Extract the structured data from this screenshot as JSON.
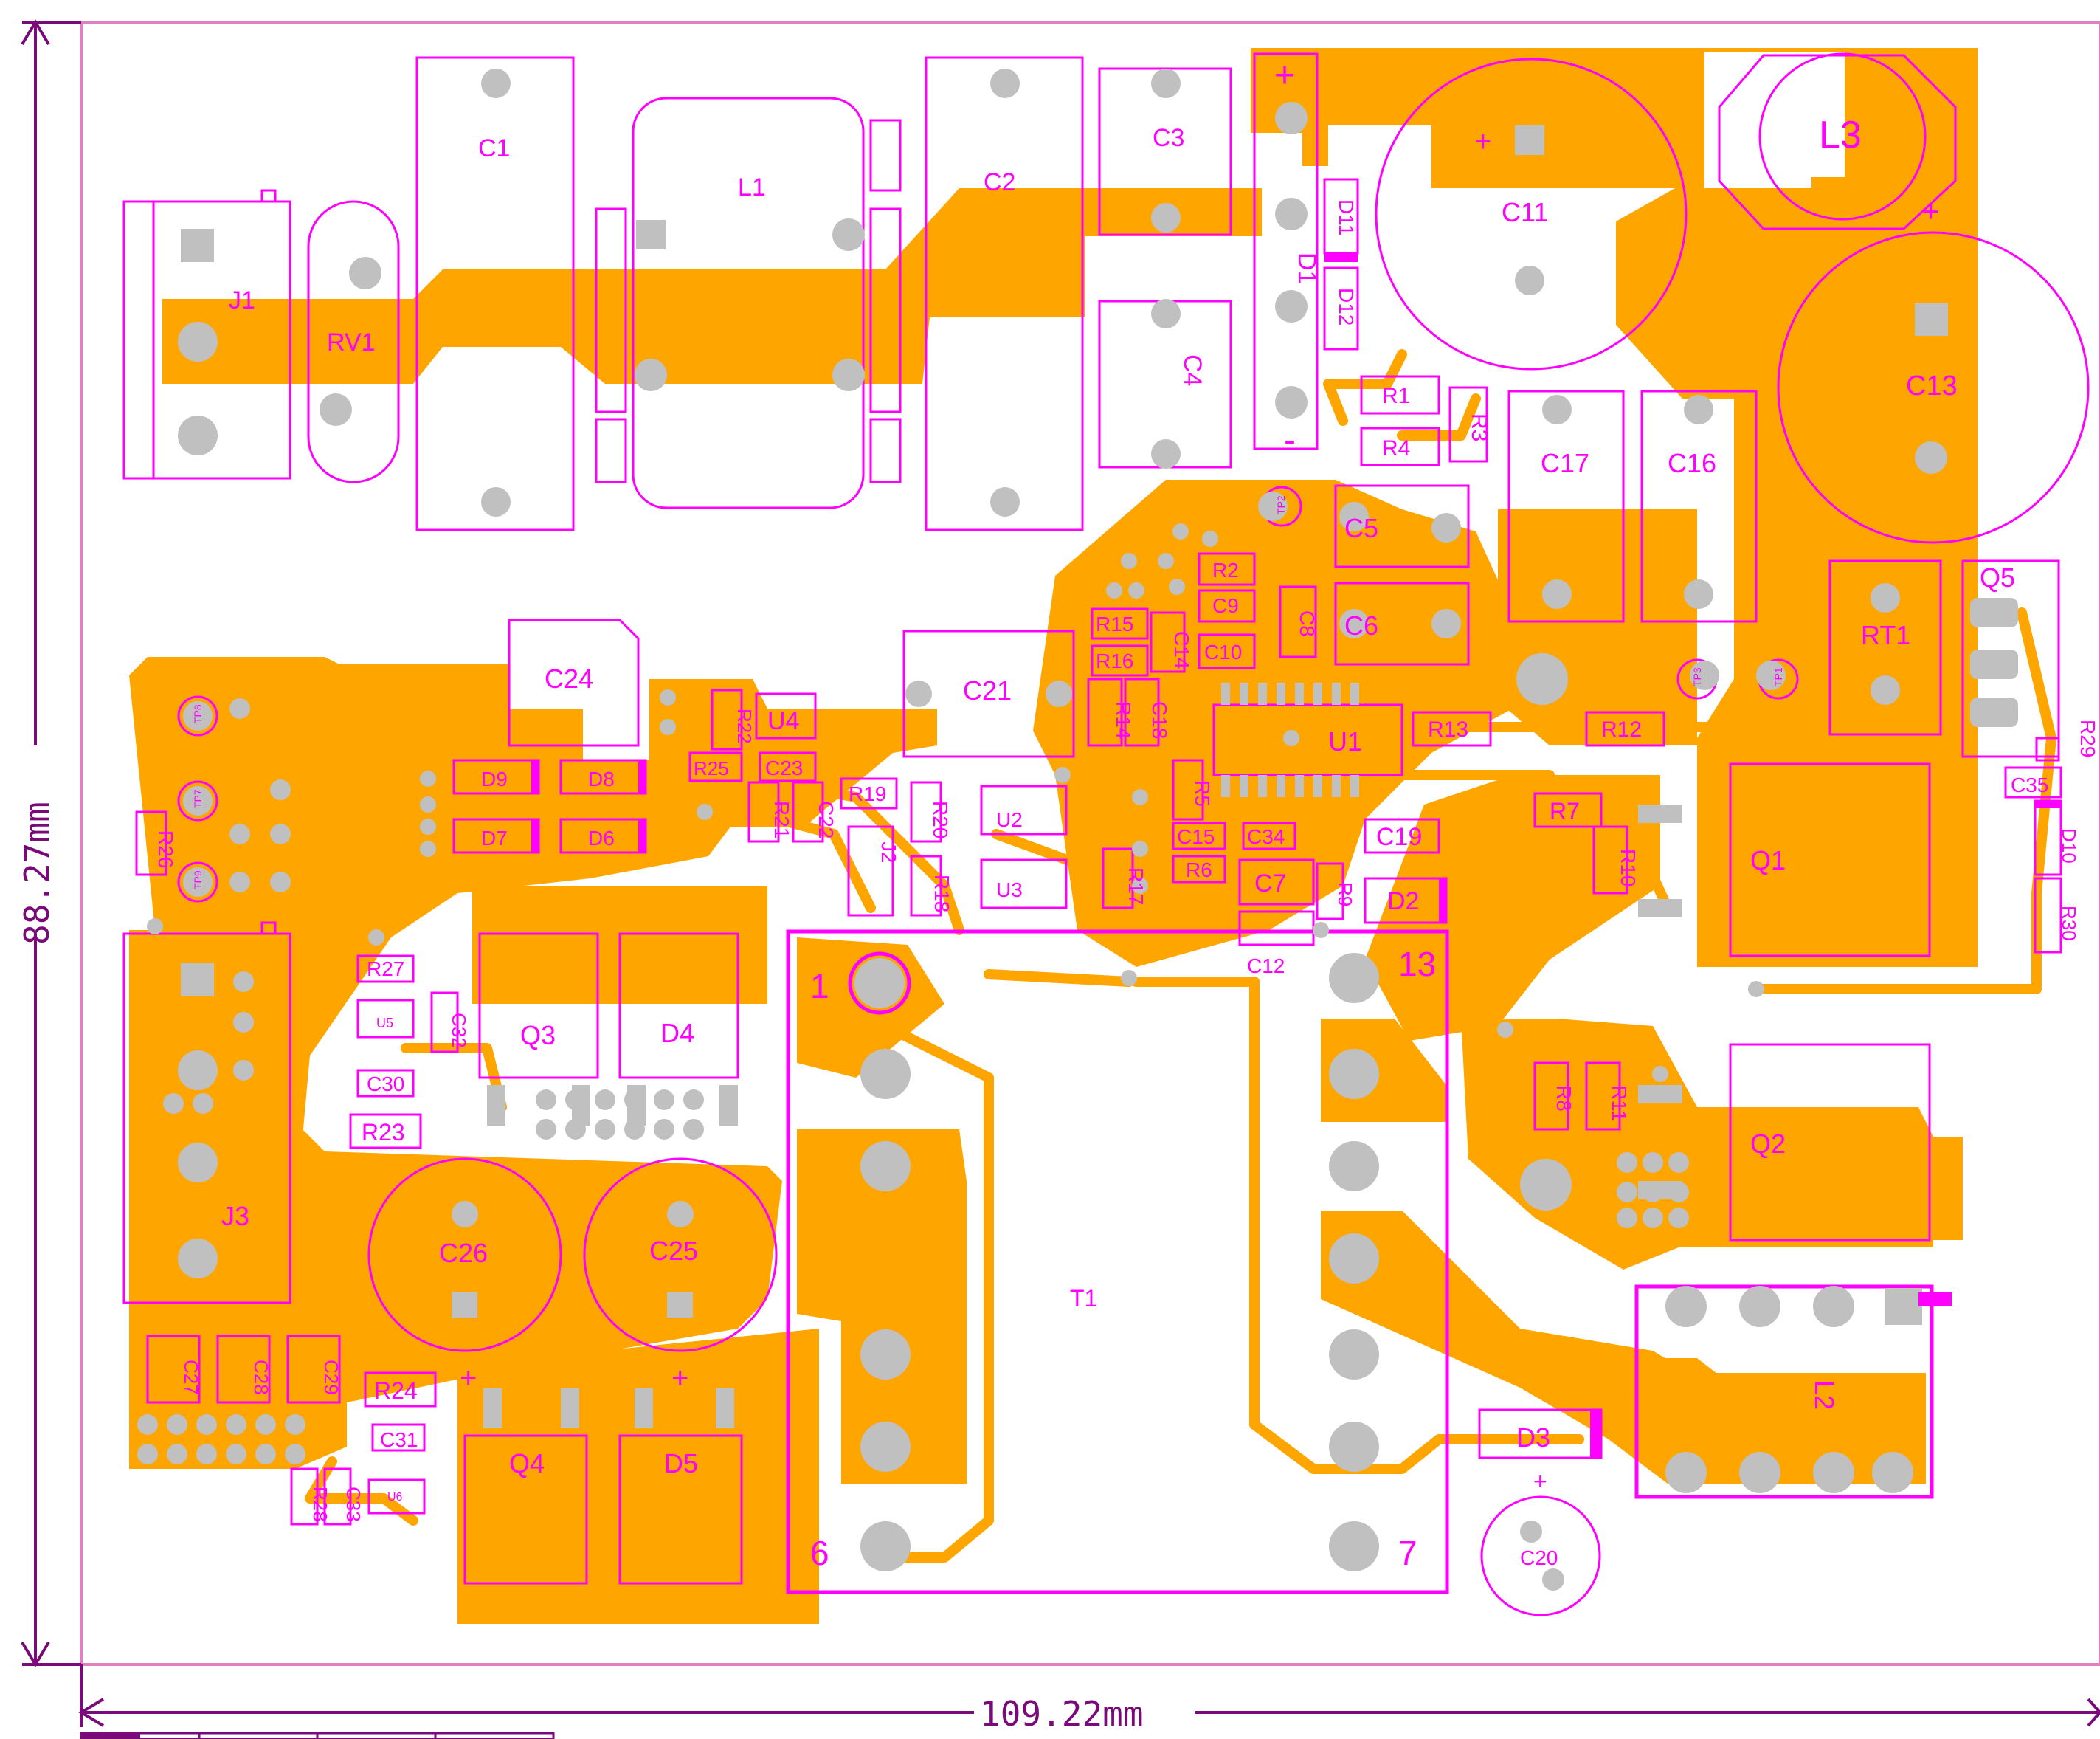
{
  "dimensions": {
    "width_label": "109.22mm",
    "height_label": "88.27mm"
  },
  "colors": {
    "copper": "#ffa500",
    "silkscreen": "#ff00ff",
    "pad": "#c0c0c0",
    "dimension": "#7a0a7a",
    "board_edge": "#e080c0"
  },
  "components": {
    "J1": "J1",
    "RV1": "RV1",
    "C1": "C1",
    "L1": "L1",
    "C2": "C2",
    "C3": "C3",
    "C4": "C4",
    "D1": "D1",
    "D11": "D11",
    "D12": "D12",
    "C11": "C11",
    "L3": "L3",
    "C13": "C13",
    "R1": "R1",
    "R3": "R3",
    "R4": "R4",
    "C17": "C17",
    "C16": "C16",
    "TP2": "TP2",
    "C5": "C5",
    "C6": "C6",
    "R2": "R2",
    "C9": "C9",
    "C8": "C8",
    "R15": "R15",
    "C14": "C14",
    "C10": "C10",
    "R16": "R16",
    "R14": "R14",
    "C18": "C18",
    "U1": "U1",
    "R13": "R13",
    "R12": "R12",
    "TP3": "TP3",
    "TP1": "TP1",
    "RT1": "RT1",
    "Q5": "Q5",
    "R29": "R29",
    "C35": "C35",
    "C21": "C21",
    "C24": "C24",
    "R22": "R22",
    "U4": "U4",
    "R25": "R25",
    "C23": "C23",
    "R19": "R19",
    "R20": "R20",
    "U2": "U2",
    "R21": "R21",
    "C22": "C22",
    "J2": "J2",
    "R18": "R18",
    "U3": "U3",
    "R17": "R17",
    "R5": "R5",
    "C15": "C15",
    "C34": "C34",
    "R6": "R6",
    "C7": "C7",
    "R9": "R9",
    "D2": "D2",
    "C19": "C19",
    "C12": "C12",
    "R7": "R7",
    "R10": "R10",
    "Q1": "Q1",
    "D10": "D10",
    "R30": "R30",
    "TP8": "TP8",
    "TP7": "TP7",
    "TP9": "TP9",
    "R26": "R26",
    "D9": "D9",
    "D8": "D8",
    "D7": "D7",
    "D6": "D6",
    "J3": "J3",
    "R27": "R27",
    "U5": "U5",
    "C32": "C32",
    "C30": "C30",
    "R23": "R23",
    "Q3": "Q3",
    "D4": "D4",
    "T1": "T1",
    "R8": "R8",
    "R11": "R11",
    "Q2": "Q2",
    "C26": "C26",
    "C25": "C25",
    "C27": "C27",
    "C28": "C28",
    "C29": "C29",
    "R24": "R24",
    "C31": "C31",
    "R28": "R28",
    "C33": "C33",
    "U6": "U6",
    "Q4": "Q4",
    "D5": "D5",
    "D3": "D3",
    "C20": "C20",
    "L2": "L2"
  },
  "pin_labels": {
    "p1": "1",
    "p6": "6",
    "p7": "7",
    "p13": "13"
  },
  "polarity": {
    "plus": "+",
    "minus": "-"
  }
}
